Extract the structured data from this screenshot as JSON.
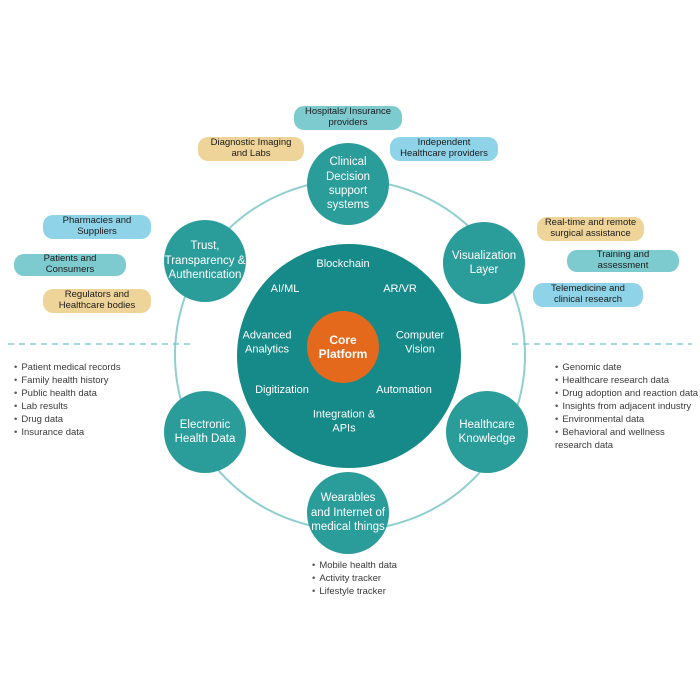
{
  "colors": {
    "ring": "#8fcfd2",
    "satellite": "#2a9d9a",
    "core": "#168a88",
    "center": "#e5691d",
    "dashed_line": "#6cc3c9",
    "pill_blue": "#8fd3e8",
    "pill_teal": "#7ecbcf",
    "pill_tan": "#efd49a"
  },
  "center": {
    "label": "Core\nPlatform"
  },
  "core_technologies": {
    "blockchain": "Blockchain",
    "ai_ml": "AI/ML",
    "ar_vr": "AR/VR",
    "advanced_analytics": "Advanced\nAnalytics",
    "computer_vision": "Computer\nVision",
    "digitization": "Digitization",
    "automation": "Automation",
    "integration_apis": "Integration &\nAPIs"
  },
  "satellites": {
    "clinical_decision": "Clinical Decision\nsupport systems",
    "trust": "Trust,\nTransparency &\nAuthentication",
    "visualization": "Visualization\nLayer",
    "electronic_health": "Electronic\nHealth Data",
    "healthcare_knowledge": "Healthcare\nKnowledge",
    "wearables": "Wearables\nand Internet of\nmedical things"
  },
  "stakeholders": {
    "hospitals": "Hospitals/ Insurance\nproviders",
    "diagnostic": "Diagnostic Imaging\nand Labs",
    "independent": "Independent\nHealthcare providers",
    "pharmacies": "Pharmacies and\nSuppliers",
    "patients": "Patients and Consumers",
    "regulators": "Regulators and\nHealthcare bodies",
    "realtime": "Real-time and remote\nsurgical assistance",
    "training": "Training and assessment",
    "telemedicine": "Telemedicine and\nclinical research"
  },
  "left_list": [
    "Patient medical records",
    "Family health history",
    "Public health data",
    "Lab results",
    "Drug data",
    "Insurance data"
  ],
  "right_list": [
    "Genomic date",
    "Healthcare research data",
    "Drug adoption and reaction data",
    "Insights from adjacent industry",
    "Environmental data",
    "Behavioral and wellness\nresearch data"
  ],
  "bottom_list": [
    "Mobile health data",
    "Activity tracker",
    "Lifestyle tracker"
  ]
}
